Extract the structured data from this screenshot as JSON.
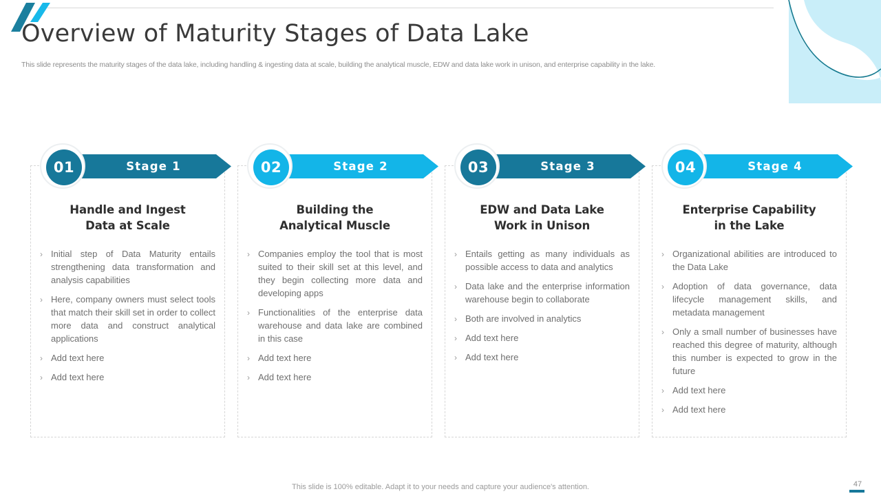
{
  "header": {
    "title": "Overview of Maturity Stages of Data Lake",
    "subtitle": "This slide represents the maturity stages of the data lake, including handling & ingesting data at scale, building the analytical muscle, EDW and data lake work in unison, and enterprise capability in the lake."
  },
  "colors": {
    "teal_dark": "#17789a",
    "cyan_bright": "#13b5e8",
    "blob_light": "#c9eef9",
    "wave_line": "#14798f",
    "title_text": "#3a3a3a",
    "body_text": "#6f6f6f"
  },
  "cards": [
    {
      "number": "01",
      "ribbon": "Stage  1",
      "title": "Handle and Ingest\nData at Scale",
      "title_line1": "Handle and Ingest",
      "title_line2": "Data at Scale",
      "accent": "#17789a",
      "bullets": [
        "Initial step of Data Maturity entails strengthening data transformation and analysis capabilities",
        "Here, company owners must select tools that match their skill set in order to collect more data and construct analytical applications",
        "Add text here",
        "Add text here"
      ]
    },
    {
      "number": "02",
      "ribbon": "Stage  2",
      "title": "Building the\nAnalytical Muscle",
      "title_line1": "Building the",
      "title_line2": "Analytical Muscle",
      "accent": "#13b5e8",
      "bullets": [
        "Companies employ the tool that is most suited to their skill set at this level, and they begin collecting more data and developing apps",
        "Functionalities of the enterprise data warehouse and data lake are combined in this case",
        "Add text here",
        "Add text here"
      ]
    },
    {
      "number": "03",
      "ribbon": "Stage  3",
      "title": "EDW and Data Lake\nWork in Unison",
      "title_line1": "EDW and Data Lake",
      "title_line2": "Work in Unison",
      "accent": "#17789a",
      "bullets": [
        "Entails getting as many individuals as possible access to data and analytics",
        "Data lake and the enterprise information warehouse begin to collaborate",
        "Both are involved in analytics",
        "Add text here",
        "Add text here"
      ]
    },
    {
      "number": "04",
      "ribbon": "Stage  4",
      "title": "Enterprise Capability\nin the Lake",
      "title_line1": "Enterprise Capability",
      "title_line2": "in the Lake",
      "accent": "#13b5e8",
      "bullets": [
        "Organizational abilities are introduced to the Data Lake",
        "Adoption of data governance, data lifecycle management skills, and metadata management",
        "Only a small number of businesses have reached this degree of maturity, although this number is expected to grow in the future",
        "Add text here",
        "Add text here"
      ]
    }
  ],
  "footer": {
    "note": "This slide is 100% editable. Adapt it to your needs and capture your audience's attention.",
    "page_number": "47"
  },
  "bullet_marker": "›"
}
